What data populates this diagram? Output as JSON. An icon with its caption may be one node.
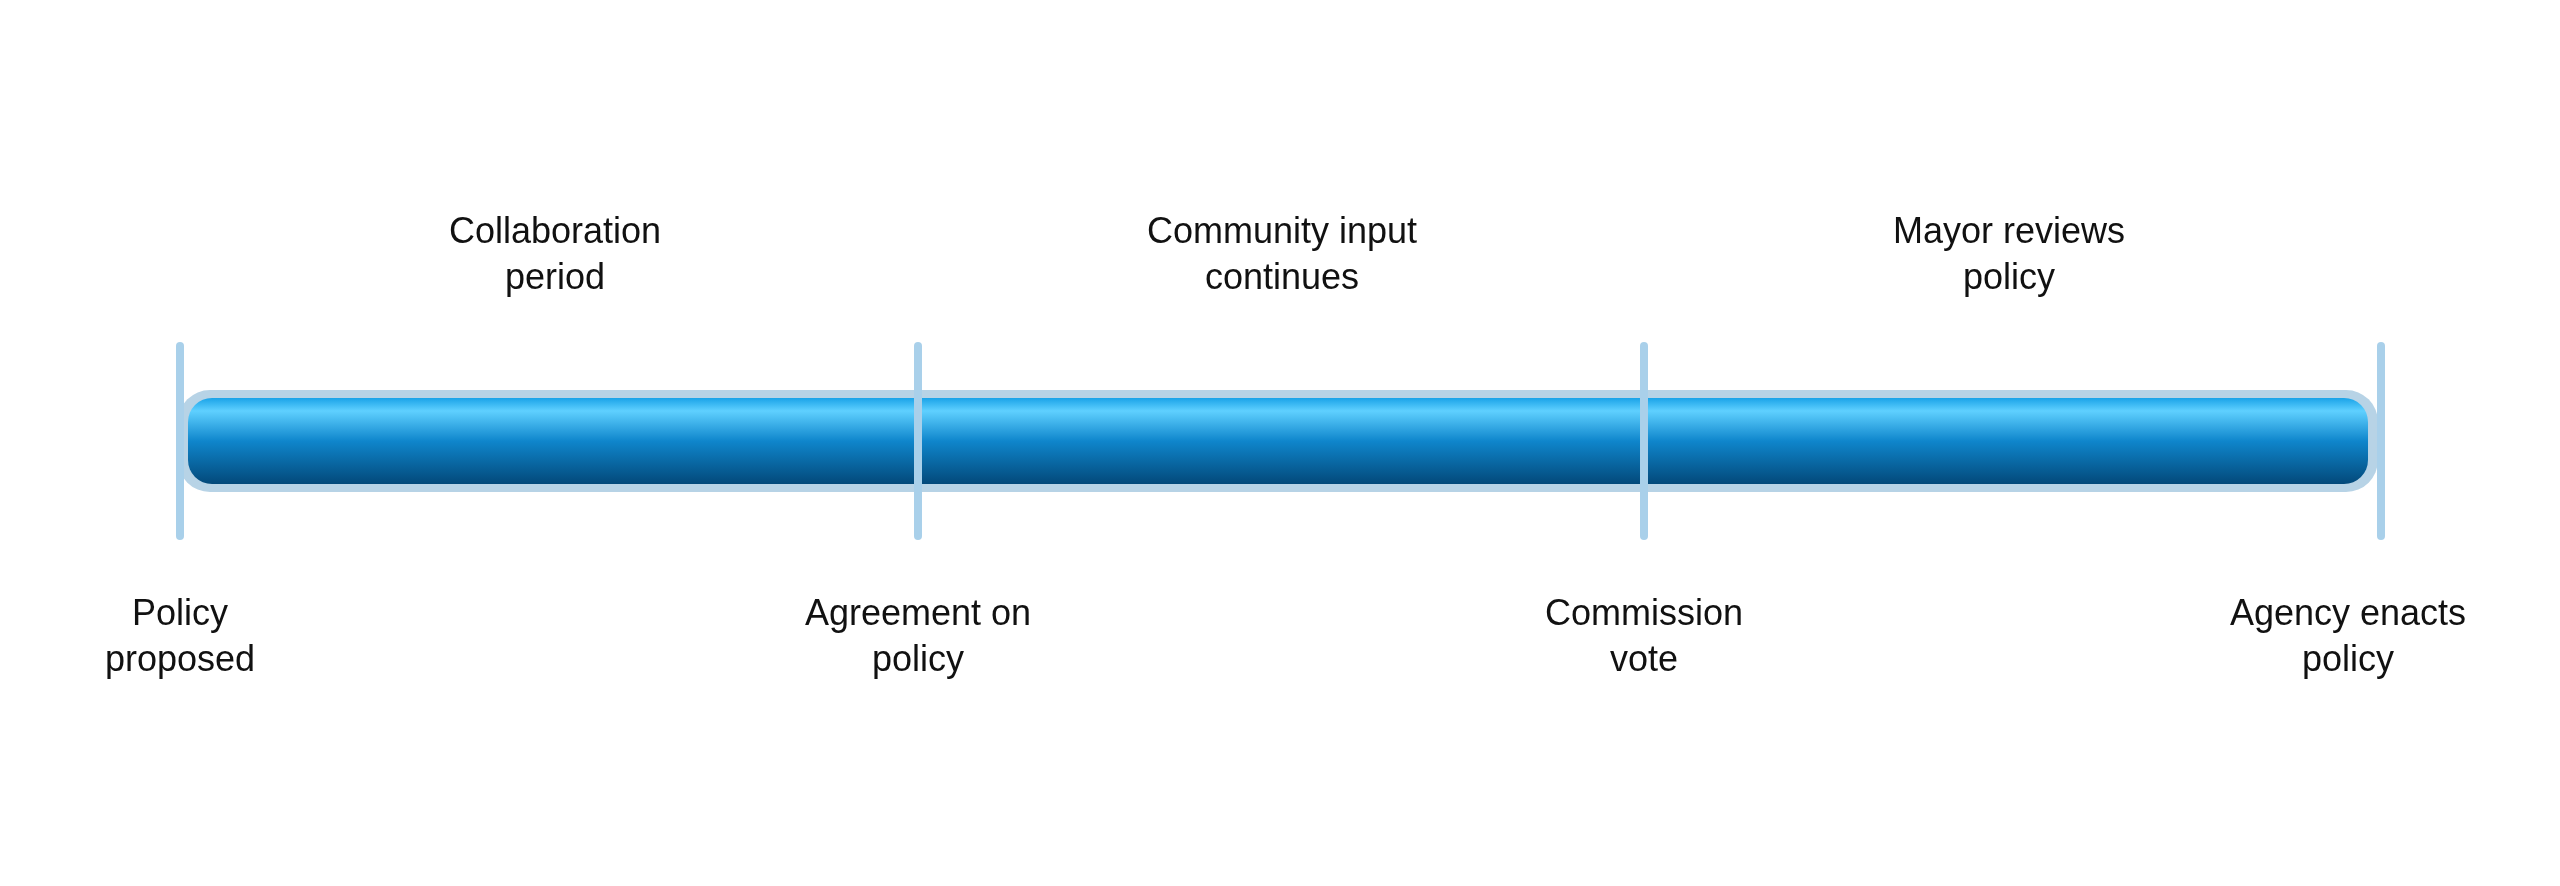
{
  "diagram": {
    "labels": [
      "Collaboration period",
      "Community input continues",
      "Mayor reviews policy",
      "Policy proposed",
      "Agreement on policy",
      "Commission vote",
      "Agency enacts policy"
    ]
  }
}
